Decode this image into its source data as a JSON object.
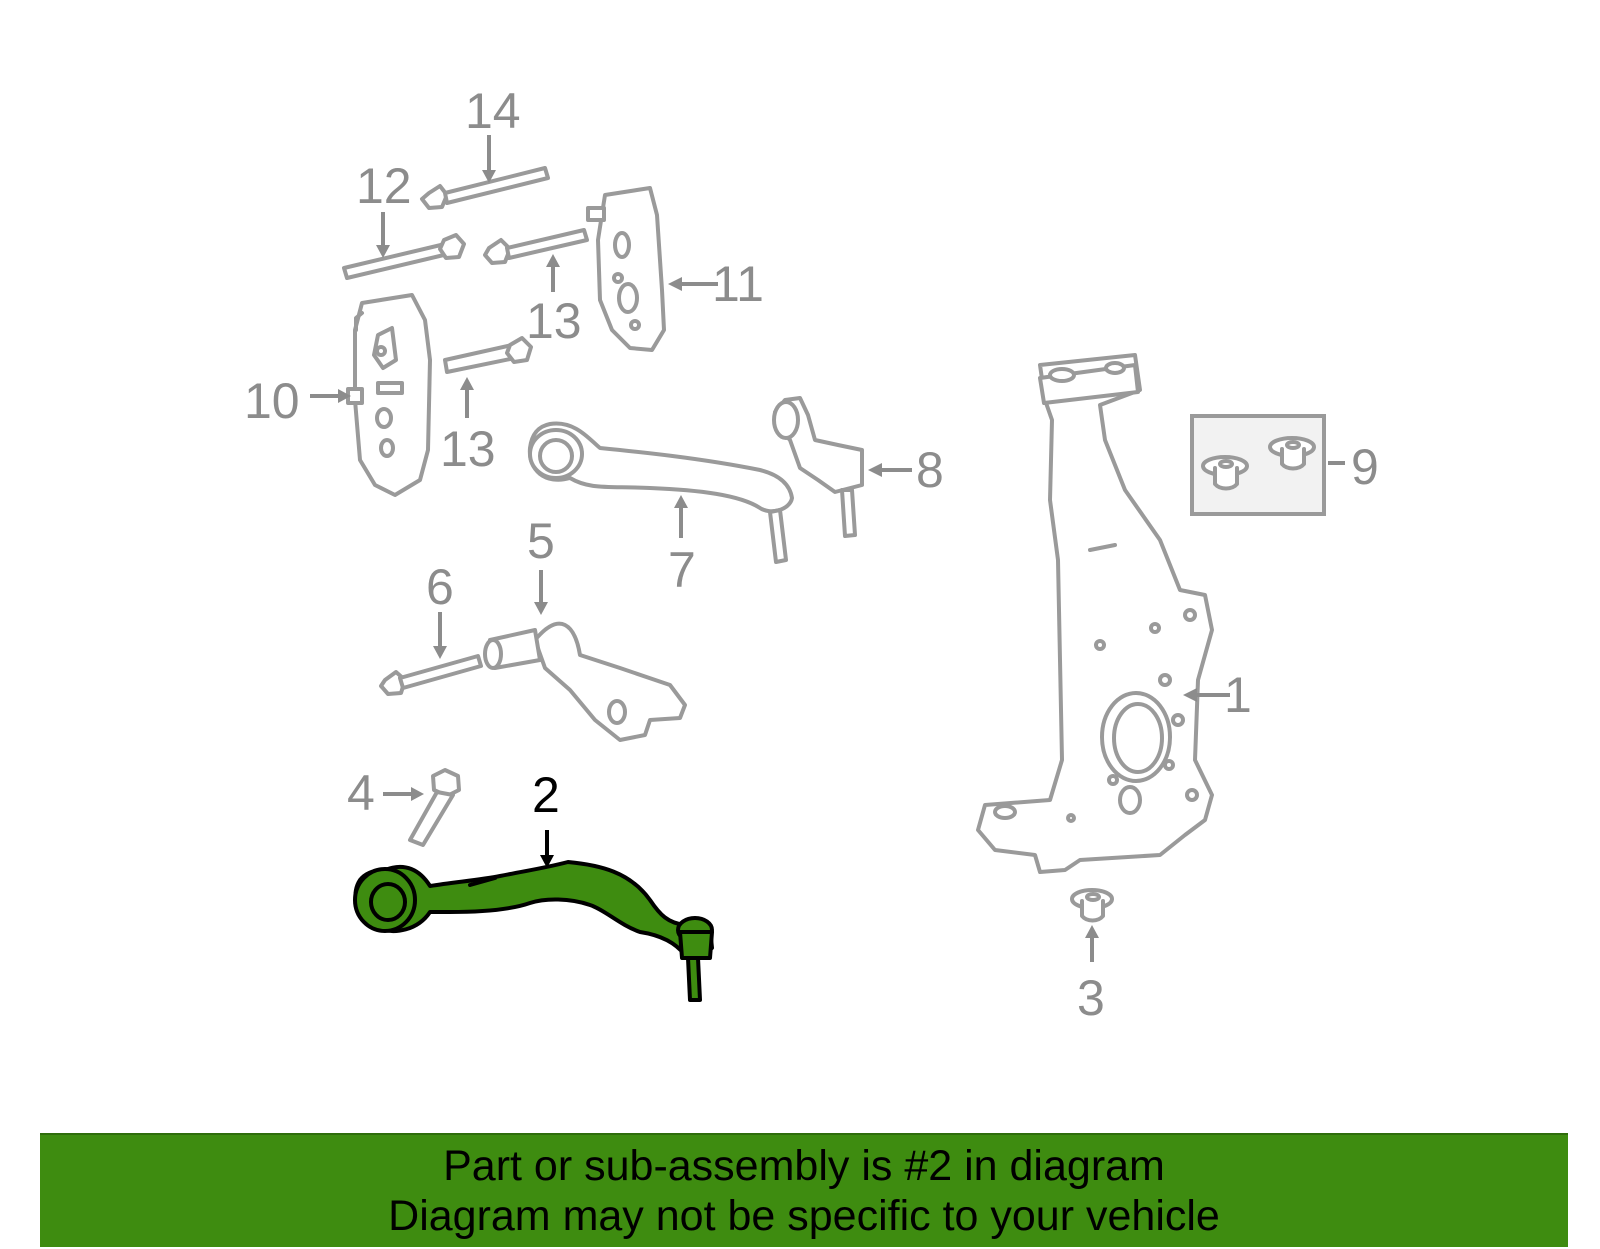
{
  "callouts": {
    "c1": "1",
    "c2": "2",
    "c3": "3",
    "c4": "4",
    "c5": "5",
    "c6": "6",
    "c7": "7",
    "c8": "8",
    "c9": "9",
    "c10": "10",
    "c11": "11",
    "c12": "12",
    "c13a": "13",
    "c13b": "13",
    "c14": "14"
  },
  "highlighted_part": "2",
  "colors": {
    "highlight": "#3e8c10",
    "part_outline": "#9a9a9a",
    "callout": "#8c8c8c",
    "banner": "#3e8c10"
  },
  "banner": {
    "line1": "Part or sub-assembly is #2 in diagram",
    "line2": "Diagram may not be specific to your vehicle"
  }
}
